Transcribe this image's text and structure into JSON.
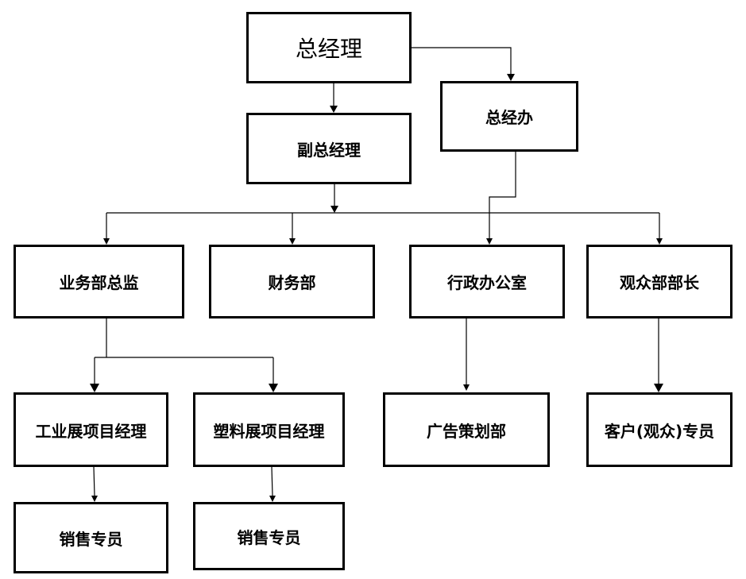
{
  "nodes": {
    "gm": "总经理",
    "gm_office": "总经办",
    "deputy_gm": "副总经理",
    "biz_director": "业务部总监",
    "finance": "财务部",
    "admin_office": "行政办公室",
    "audience_head": "观众部部长",
    "industrial_pm": "工业展项目经理",
    "plastics_pm": "塑料展项目经理",
    "ad_planning": "广告策划部",
    "client_specialist": "客户(观众)专员",
    "sales_1": "销售专员",
    "sales_2": "销售专员"
  },
  "edges": [
    {
      "from": "gm",
      "to": "deputy_gm"
    },
    {
      "from": "gm",
      "to": "gm_office"
    },
    {
      "from": "deputy_gm",
      "to": "biz_director"
    },
    {
      "from": "deputy_gm",
      "to": "finance"
    },
    {
      "from": "deputy_gm",
      "to": "admin_office"
    },
    {
      "from": "deputy_gm",
      "to": "audience_head"
    },
    {
      "from": "gm_office",
      "to": "admin_office"
    },
    {
      "from": "biz_director",
      "to": "industrial_pm"
    },
    {
      "from": "biz_director",
      "to": "plastics_pm"
    },
    {
      "from": "admin_office",
      "to": "ad_planning"
    },
    {
      "from": "audience_head",
      "to": "client_specialist"
    },
    {
      "from": "industrial_pm",
      "to": "sales_1"
    },
    {
      "from": "plastics_pm",
      "to": "sales_2"
    }
  ]
}
